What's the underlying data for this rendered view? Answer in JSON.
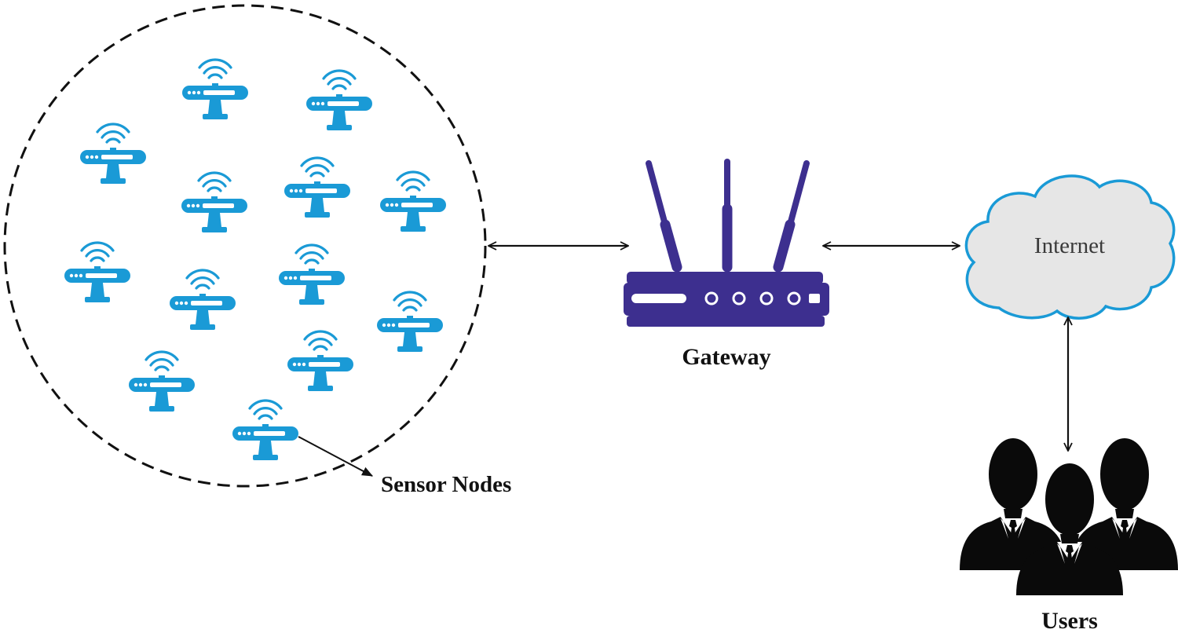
{
  "labels": {
    "sensor_nodes": "Sensor Nodes",
    "gateway": "Gateway",
    "internet": "Internet",
    "users": "Users"
  },
  "colors": {
    "sensor": "#1a9ad6",
    "gateway": "#3d2f8f",
    "cloud_fill": "#e6e6e6",
    "cloud_stroke": "#1a9ad6",
    "users": "#0a0a0a",
    "lines": "#111111"
  },
  "icons": {
    "sensor": "wifi-sensor-icon",
    "gateway": "router-icon",
    "internet": "cloud-icon",
    "users": "users-group-icon"
  },
  "sensor_node_count": 13
}
